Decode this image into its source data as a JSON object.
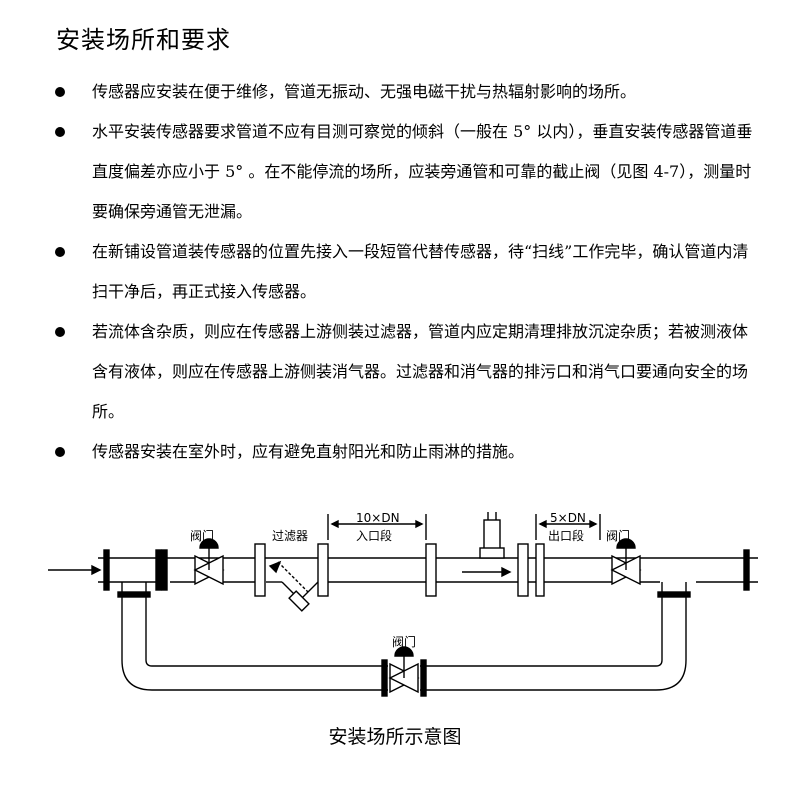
{
  "page": {
    "title": "安装场所和要求",
    "bullets": [
      "传感器应安装在便于维修，管道无振动、无强电磁干扰与热辐射影响的场所。",
      "水平安装传感器要求管道不应有目测可察觉的倾斜（一般在 5° 以内），垂直安装传感器管道垂直度偏差亦应小于 5° 。在不能停流的场所，应装旁通管和可靠的截止阀（见图 4-7），测量时要确保旁通管无泄漏。",
      "在新铺设管道装传感器的位置先接入一段短管代替传感器，待“扫线”工作完毕，确认管道内清扫干净后，再正式接入传感器。",
      "若流体含杂质，则应在传感器上游侧装过滤器，管道内应定期清理排放沉淀杂质；若被测液体含有液体，则应在传感器上游侧装消气器。过滤器和消气器的排污口和消气口要通向安全的场所。",
      "传感器安装在室外时，应有避免直射阳光和防止雨淋的措施。"
    ],
    "diagram": {
      "label_valve_left": "阀门",
      "label_filter": "过滤器",
      "label_inlet_top": "10×DN",
      "label_inlet_bottom": "入口段",
      "label_outlet_top": "5×DN",
      "label_outlet_bottom": "出口段",
      "label_valve_right": "阀门",
      "label_valve_bypass": "阀门"
    },
    "caption": "安装场所示意图"
  }
}
